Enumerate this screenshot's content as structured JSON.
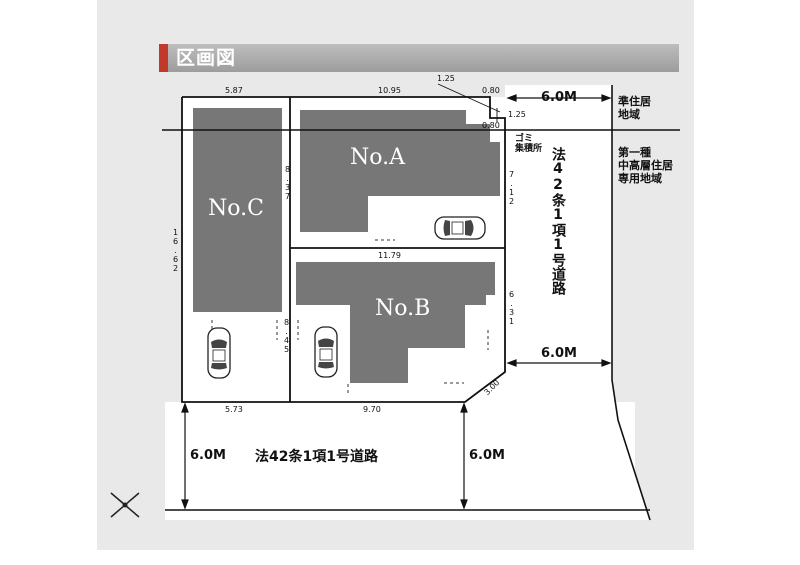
{
  "header": {
    "title": "区画図"
  },
  "lots": {
    "a": "No.A",
    "b": "No.B",
    "c": "No.C"
  },
  "dimensions": {
    "c_width": "5.87",
    "a_width": "10.95",
    "corner_top": "1.25",
    "corner_080_upper": "0.80",
    "corner_125_lower": "1.25",
    "corner_080_lower": "0.80",
    "c_depth": "16.62",
    "c_mid_depth": "8.37",
    "a_right": "7.12",
    "ab_divider": "11.79",
    "b_right": "6.31",
    "c_lower_depth": "8.45",
    "c_bottom_width": "5.73",
    "b_bottom_width": "9.70",
    "corner_cut": "3.00"
  },
  "labels": {
    "garbage_line1": "ゴミ",
    "garbage_line2": "集積所",
    "east_road": "法42条1項1号道路",
    "south_road": "法42条1項1号道路",
    "road_width_top": "6.0M",
    "road_width_mid": "6.0M",
    "road_width_left": "6.0M",
    "road_width_right": "6.0M",
    "zone_upper_line1": "準住居",
    "zone_upper_line2": "地域",
    "zone_lower_line1": "第一種",
    "zone_lower_line2": "中高層住居",
    "zone_lower_line3": "専用地域"
  },
  "colors": {
    "building": "#777777",
    "header": "#a8a8a8",
    "accent": "#c0392b",
    "sheet": "#e9e9e9"
  },
  "icons": [
    "compass-icon",
    "car-icon"
  ]
}
